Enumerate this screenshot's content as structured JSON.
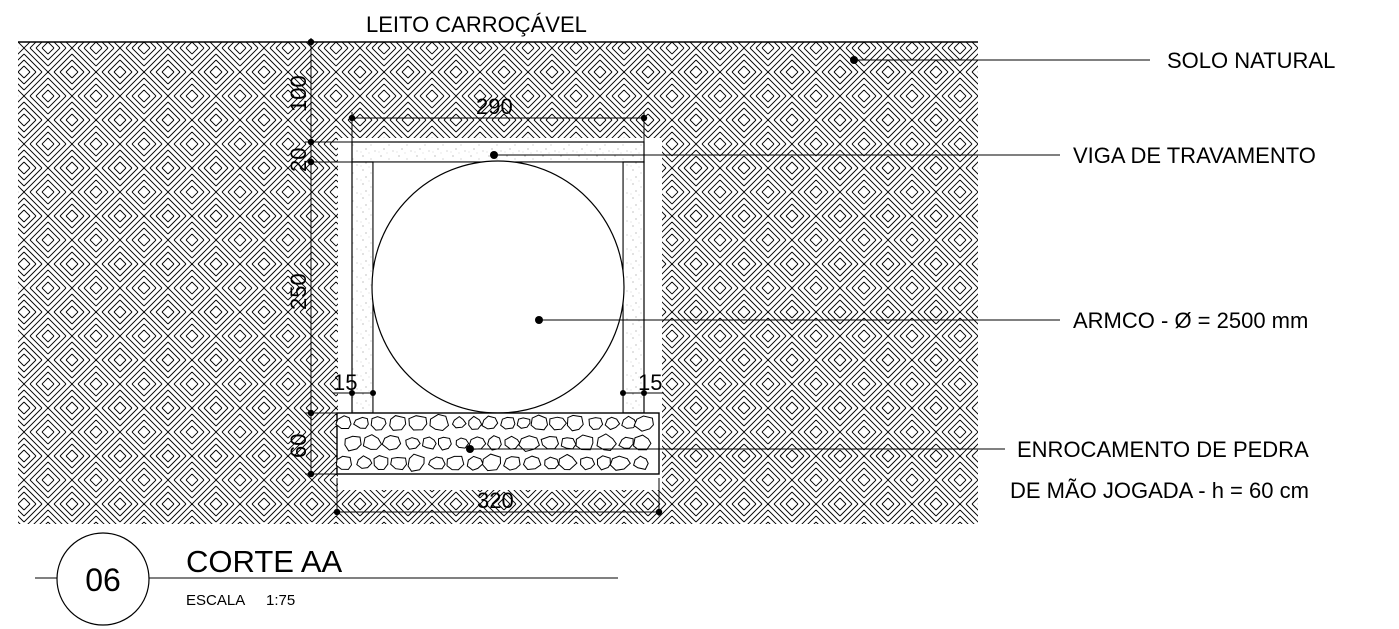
{
  "drawing": {
    "top_label": "LEITO CARROÇÁVEL",
    "labels": {
      "solo": "SOLO NATURAL",
      "viga": "VIGA DE TRAVAMENTO",
      "armco": "ARMCO - Ø = 2500 mm",
      "enrocamento_1": "ENROCAMENTO DE PEDRA",
      "enrocamento_2": "DE MÃO JOGADA - h = 60 cm"
    },
    "dimensions": {
      "top_width": "290",
      "bottom_width": "320",
      "cover": "100",
      "beam": "20",
      "wall_height": "250",
      "base": "60",
      "wall_left": "15",
      "wall_right": "15"
    }
  },
  "title_block": {
    "number": "06",
    "title": "CORTE AA",
    "scale_label": "ESCALA",
    "scale_value": "1:75"
  }
}
